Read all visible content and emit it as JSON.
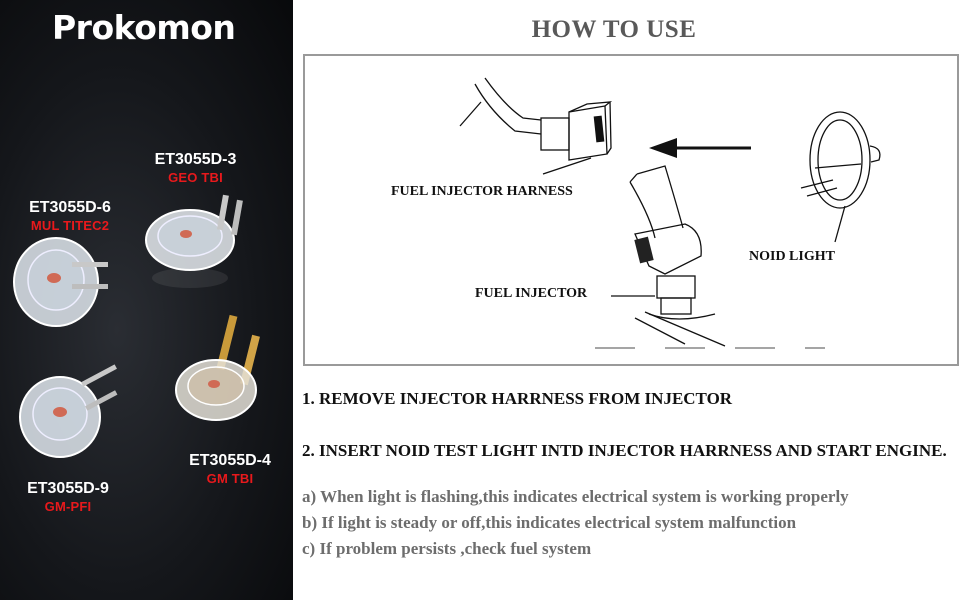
{
  "brand": "Prokomon",
  "products": [
    {
      "model": "ET3055D-3",
      "type": "GEO TBI"
    },
    {
      "model": "ET3055D-6",
      "type": "MUL TITEC2"
    },
    {
      "model": "ET3055D-4",
      "type": "GM TBI"
    },
    {
      "model": "ET3055D-9",
      "type": "GM-PFI"
    }
  ],
  "title": "HOW TO USE",
  "diagram": {
    "harness_label": "FUEL INJECTOR HARNESS",
    "injector_label": "FUEL INJECTOR",
    "noid_label": "NOID LIGHT"
  },
  "steps": [
    "1. REMOVE INJECTOR HARRNESS FROM INJECTOR",
    "2. INSERT NOID TEST LIGHT INTD INJECTOR HARRNESS AND START ENGINE."
  ],
  "notes": [
    "a) When light is flashing,this indicates electrical system is working properly",
    "b) If light is steady or off,this indicates electrical system malfunction",
    "c) If problem persists ,check fuel system"
  ],
  "colors": {
    "accent_red": "#e8191c",
    "panel_bg": "#15171b",
    "title_gray": "#595959"
  }
}
